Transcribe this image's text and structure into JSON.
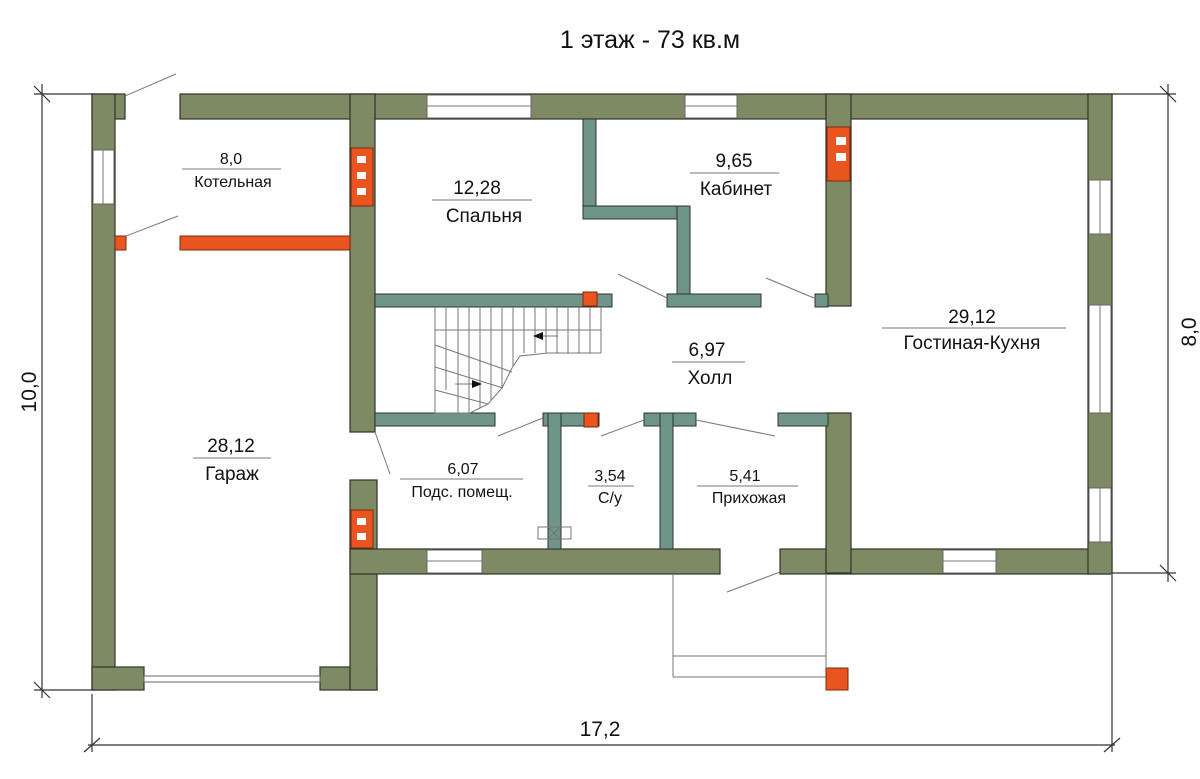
{
  "title": "1 этаж - 73 кв.м",
  "dimensions": {
    "width": "17,2",
    "height_left": "10,0",
    "height_right": "8,0"
  },
  "rooms": {
    "boiler": {
      "area": "8,0",
      "name": "Котельная"
    },
    "bedroom": {
      "area": "12,28",
      "name": "Спальня"
    },
    "study": {
      "area": "9,65",
      "name": "Кабинет"
    },
    "living": {
      "area": "29,12",
      "name": "Гостиная-Кухня"
    },
    "hall": {
      "area": "6,97",
      "name": "Холл"
    },
    "garage": {
      "area": "28,12",
      "name": "Гараж"
    },
    "utility": {
      "area": "6,07",
      "name": "Подс. помещ."
    },
    "wc": {
      "area": "3,54",
      "name": "С/у"
    },
    "entry": {
      "area": "5,41",
      "name": "Прихожая"
    }
  },
  "colors": {
    "outer_wall": "#7d8a64",
    "inner_wall": "#6f9489",
    "chimney": "#e9541f"
  }
}
